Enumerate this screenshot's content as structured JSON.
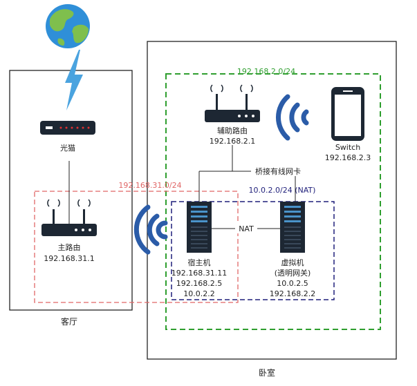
{
  "rooms": {
    "living_room": "客厅",
    "bedroom": "卧室"
  },
  "networks": {
    "lan_31": {
      "cidr": "192.168.31.0/24",
      "color": "#e06666"
    },
    "lan_2": {
      "cidr": "192.168.2.0/24",
      "color": "#2e9e2e"
    },
    "nat_net": {
      "cidr": "10.0.2.0/24 (NAT)",
      "color": "#1f1f7a"
    }
  },
  "devices": {
    "modem": {
      "name": "光猫"
    },
    "main_router": {
      "name": "主路由",
      "ip": "192.168.31.1"
    },
    "aux_router": {
      "name": "辅助路由",
      "ip": "192.168.2.1"
    },
    "switch": {
      "name": "Switch",
      "ip": "192.168.2.3"
    },
    "host": {
      "name": "宿主机",
      "ips": [
        "192.168.31.11",
        "192.168.2.5",
        "10.0.2.2"
      ]
    },
    "vm": {
      "name": "虚拟机",
      "note": "(透明网关)",
      "ips": [
        "10.0.2.5",
        "192.168.2.2"
      ]
    }
  },
  "links": {
    "bridge": "桥接有线网卡",
    "nat": "NAT"
  },
  "colors": {
    "wifi": "#2b5ca8",
    "lightning": "#4aa3df",
    "device_dark": "#1d2733",
    "server_stripe": "#4a93c9"
  }
}
